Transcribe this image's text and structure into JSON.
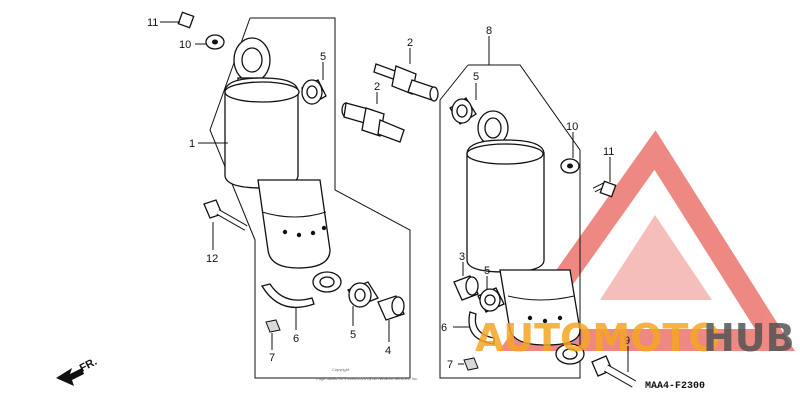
{
  "diagram": {
    "callouts": [
      {
        "key": "p11_left",
        "text": "11"
      },
      {
        "key": "p10_left",
        "text": "10"
      },
      {
        "key": "p1",
        "text": "1"
      },
      {
        "key": "p12",
        "text": "12"
      },
      {
        "key": "p7_left",
        "text": "7"
      },
      {
        "key": "p6_left",
        "text": "6"
      },
      {
        "key": "p5_left_top",
        "text": "5"
      },
      {
        "key": "p2_top",
        "text": "2"
      },
      {
        "key": "p2_mid",
        "text": "2"
      },
      {
        "key": "p5_left_bottom",
        "text": "5"
      },
      {
        "key": "p4",
        "text": "4"
      },
      {
        "key": "p8",
        "text": "8"
      },
      {
        "key": "p5_right_top",
        "text": "5"
      },
      {
        "key": "p10_right",
        "text": "10"
      },
      {
        "key": "p11_right",
        "text": "11"
      },
      {
        "key": "p3",
        "text": "3"
      },
      {
        "key": "p5_right_bottom",
        "text": "5"
      },
      {
        "key": "p6_right",
        "text": "6"
      },
      {
        "key": "p7_right",
        "text": "7"
      },
      {
        "key": "p9",
        "text": "9"
      }
    ],
    "front_arrow_label": "FR.",
    "diagram_code": "MAA4-F2300",
    "copyright": "Copyright",
    "copyright_detail": "Page based on  ©1994-2014 by Ari Network Services, Inc.",
    "watermark": {
      "part1": "AUTOMOTO",
      "part2": "HUB",
      "color1": "#f5a623",
      "color2": "#555555",
      "logo_color": "#e8615a"
    }
  }
}
